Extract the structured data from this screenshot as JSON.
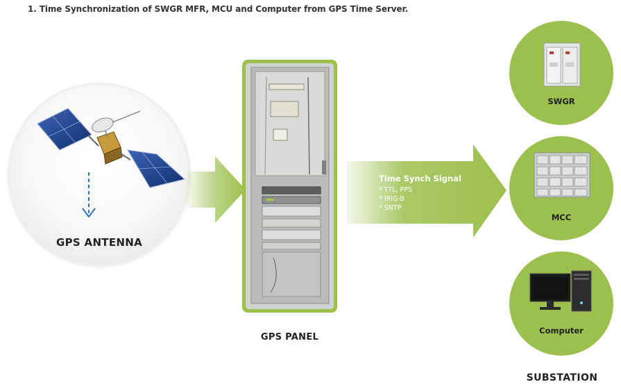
{
  "title": "1. Time Synchronization of SWGR MFR, MCU and Computer from GPS Time Server.",
  "gps": {
    "label": "GPS ANTENNA"
  },
  "panel": {
    "label": "GPS PANEL"
  },
  "signal": {
    "title": "Time Synch Signal",
    "items": [
      "* TTL, PPS",
      "* IRIG-B",
      "* SNTP"
    ]
  },
  "targets": [
    {
      "label": "SWGR"
    },
    {
      "label": "MCC"
    },
    {
      "label": "Computer"
    }
  ],
  "substation_label": "SUBSTATION",
  "colors": {
    "accent_green": "#9cc04d",
    "arrow_blue": "#2e6fbf"
  }
}
